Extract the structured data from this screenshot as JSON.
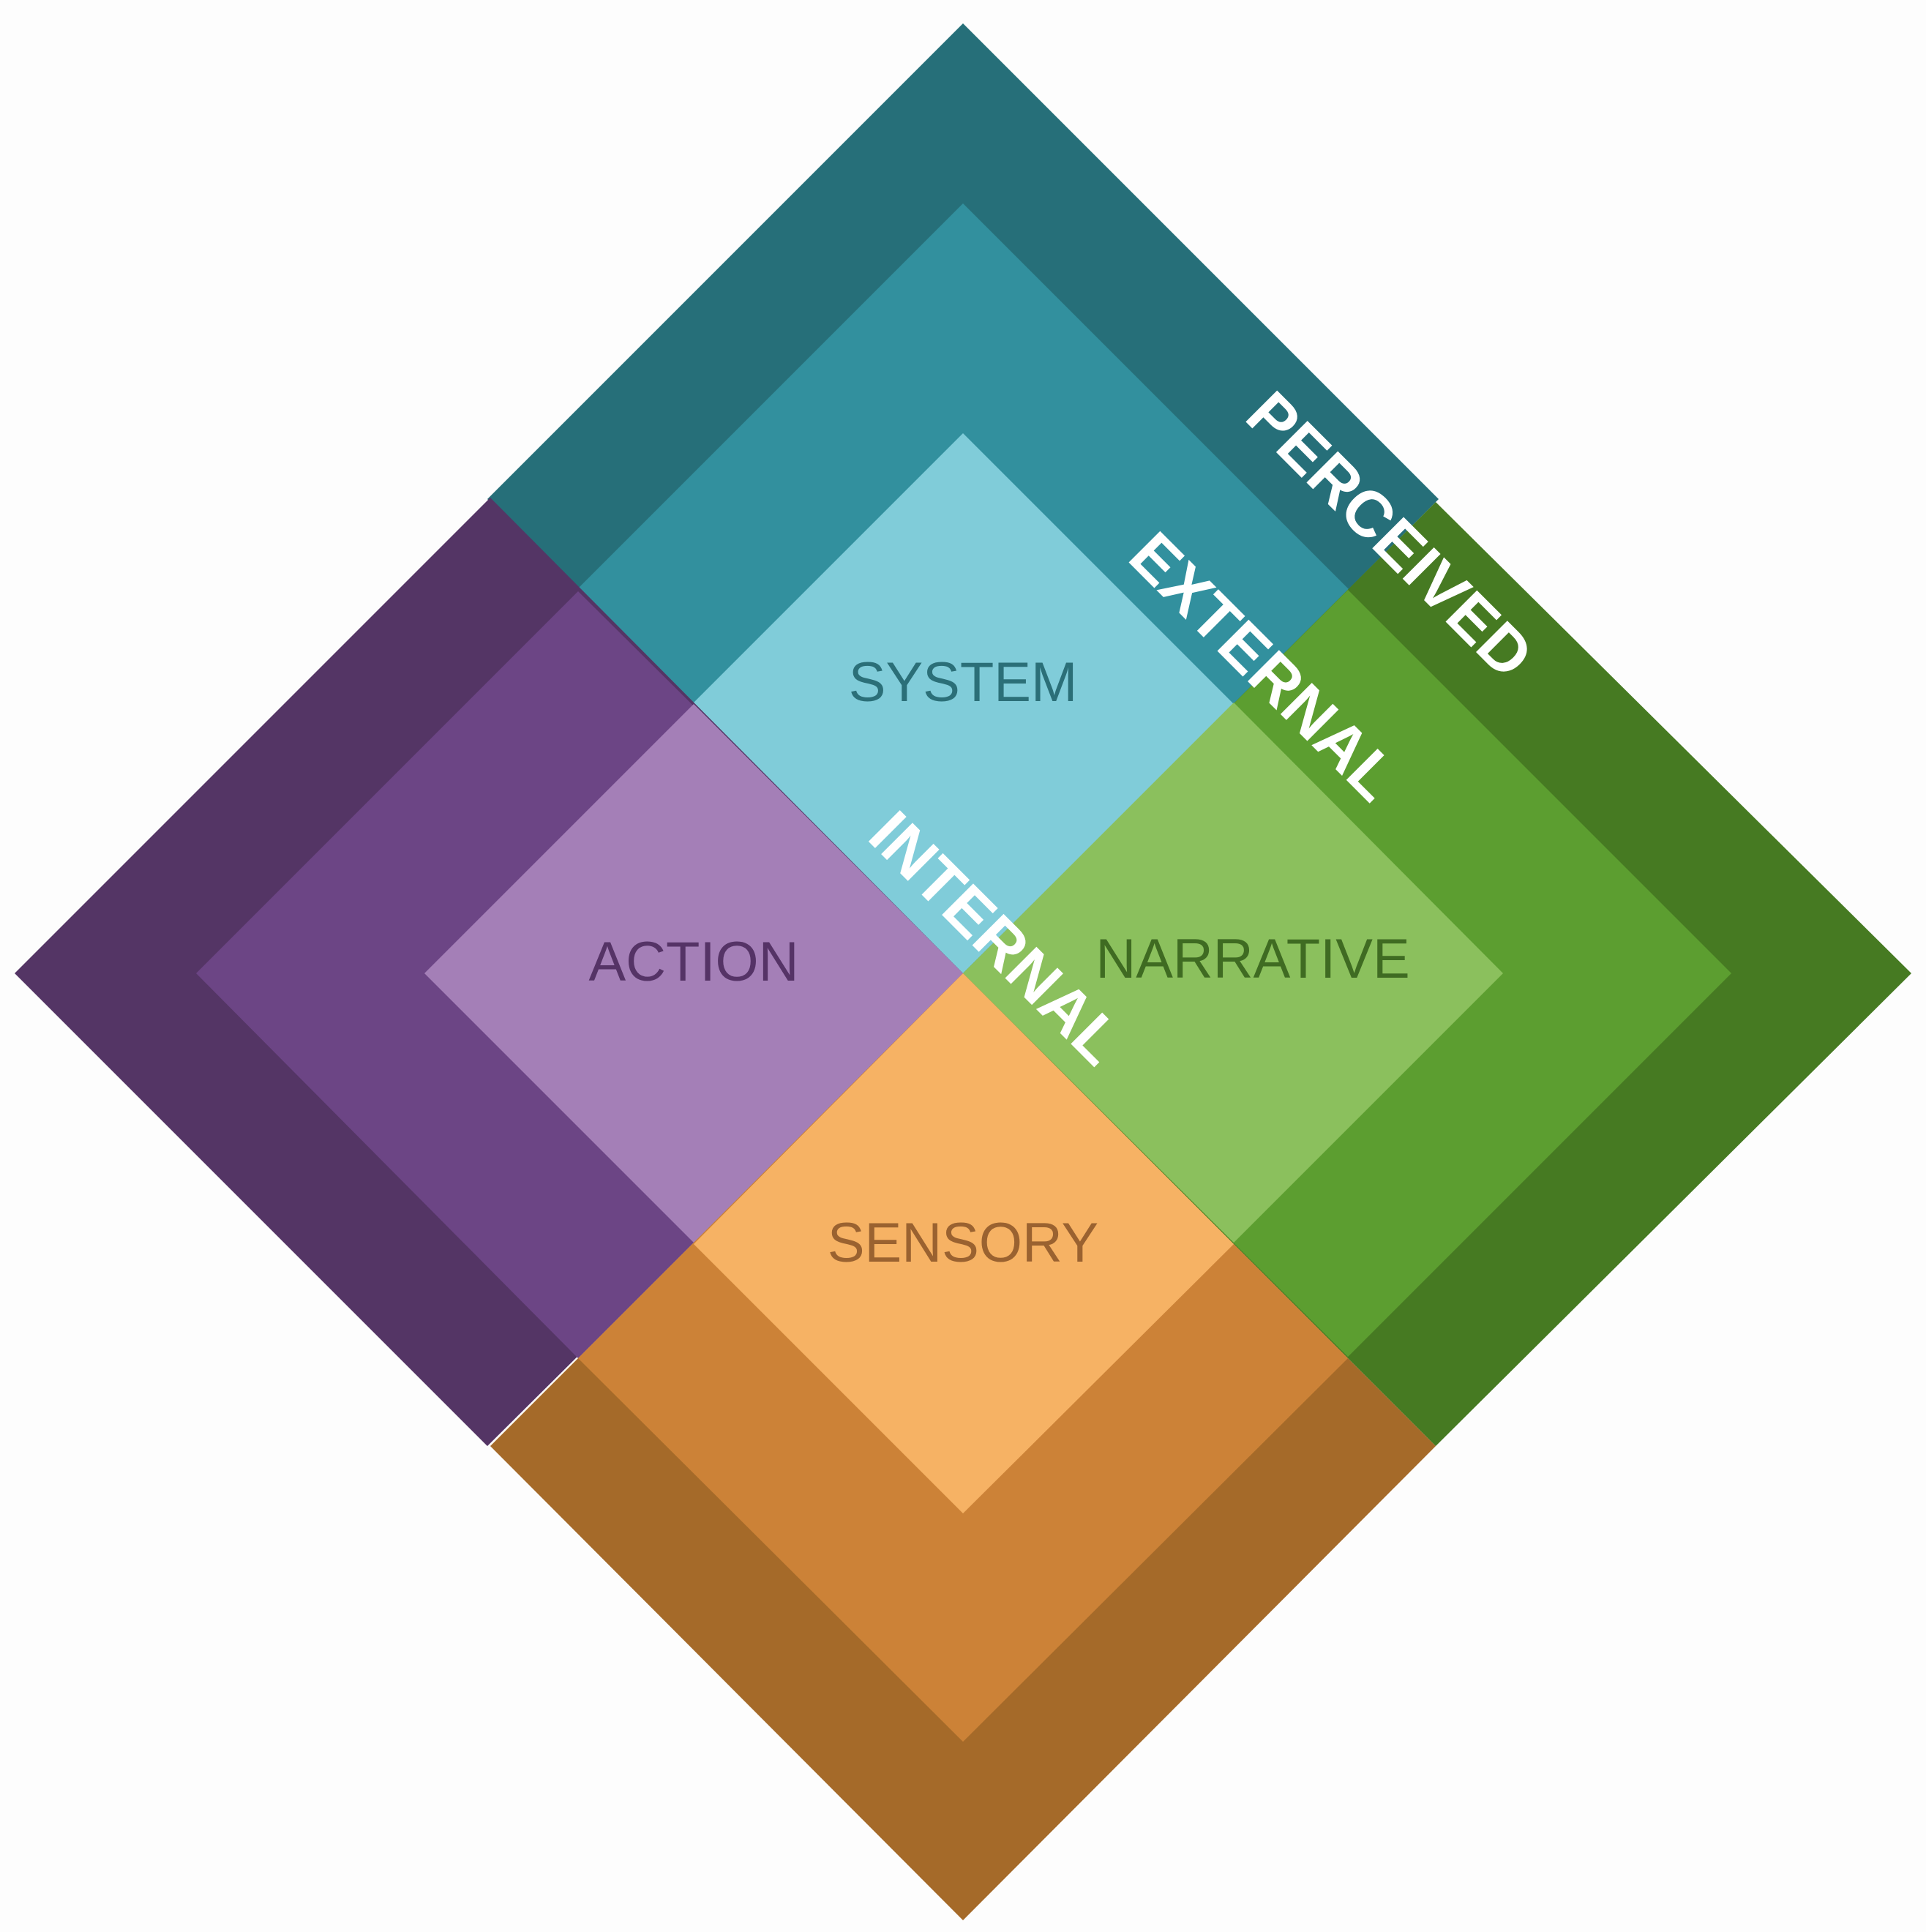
{
  "quadrants": {
    "system": {
      "label": "SYSTEM",
      "colors": {
        "outer": "#266f79",
        "middle": "#32909e",
        "inner": "#80ccd9",
        "text": "#2b6f78"
      }
    },
    "action": {
      "label": "ACTION",
      "colors": {
        "outer": "#543565",
        "middle": "#6c4585",
        "inner": "#a47fb7",
        "text": "#553366"
      }
    },
    "narrative": {
      "label": "NARRATIVE",
      "colors": {
        "outer": "#467a22",
        "middle": "#5c9e30",
        "inner": "#8bc05d",
        "text": "#3f6b22"
      }
    },
    "sensory": {
      "label": "SENSORY",
      "colors": {
        "outer": "#a56a29",
        "middle": "#cc8237",
        "inner": "#f6b264",
        "text": "#9a6230"
      }
    }
  },
  "rings": {
    "outer": {
      "label": "PERCEIVED"
    },
    "middle": {
      "label": "EXTERNAL"
    },
    "inner": {
      "label": "INTERNAL"
    }
  }
}
